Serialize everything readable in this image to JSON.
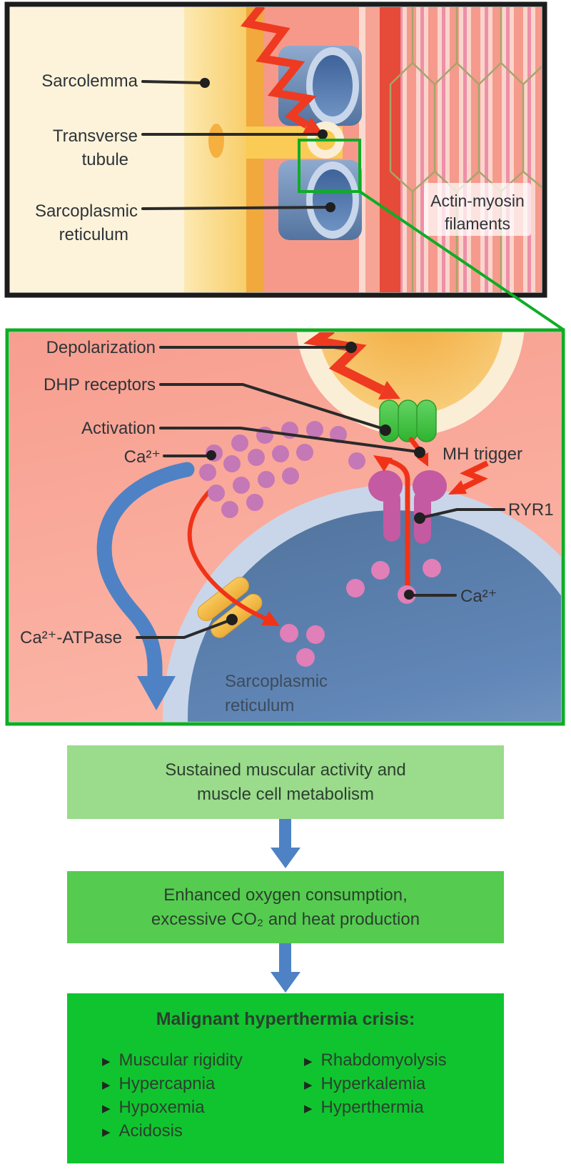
{
  "colors": {
    "panel_bg_cream": "#FCF3DA",
    "sarcolemma_yellow_light": "#FCE9B2",
    "sarcolemma_yellow": "#F8CE6A",
    "sarcolemma_orange": "#F1A83C",
    "muscle_pink": "#F6998A",
    "stripe_salmon": "#F59A8C",
    "stripe_light": "#FAD5CC",
    "stripe_pink_line": "#EE8FA8",
    "stripe_olive": "#A6A56B",
    "red_stripe": "#E64A38",
    "tube_ring": "#C7D6EA",
    "ttubule_yellow": "#FACB55",
    "cream_ring": "#FBEED6",
    "lumen_orange": "#F2A636",
    "zoom_bg_pink": "#F8A89A",
    "dhp_green": "#3FC43F",
    "ryr_magenta": "#C45AA2",
    "sr_ring_blue": "#C9D6E9",
    "sr_fill_blue": "#5F84B6",
    "ca_dot_purple": "#C478B5",
    "ca_dot_pink": "#E07FB8",
    "atpase_yellow": "#F2B844",
    "arrow_red": "#F03318",
    "lightning_red": "#EE3A20",
    "label_dark": "#2F3338",
    "sr_text": "#3D4B5C",
    "green_border": "#0EAD25",
    "flow_arrow_blue": "#4E82C4",
    "box1_green": "#9BDB8C",
    "box2_green": "#55CC50",
    "box3_green": "#10C42F",
    "box_text_dark": "#2B402F"
  },
  "panel_muscle": {
    "labels": {
      "sarcolemma": "Sarcolemma",
      "transverse_tubule_line1": "Transverse",
      "transverse_tubule_line2": "tubule",
      "sr_line1": "Sarcoplasmic",
      "sr_line2": "reticulum",
      "actin_line1": "Actin-myosin",
      "actin_line2": "filaments"
    }
  },
  "panel_zoom": {
    "labels": {
      "depolarization": "Depolarization",
      "dhp_receptors": "DHP receptors",
      "activation": "Activation",
      "ca_left": "Ca²⁺",
      "mh_trigger": "MH trigger",
      "ryr1": "RYR1",
      "ca_right": "Ca²⁺",
      "ca_atpase": "Ca²⁺-ATPase",
      "sr_line1": "Sarcoplasmic",
      "sr_line2": "reticulum"
    }
  },
  "flowchart": {
    "bullet_glyph": "▶",
    "box1": {
      "line1": "Sustained muscular activity and",
      "line2": "muscle cell metabolism"
    },
    "box2": {
      "line1": "Enhanced oxygen consumption,",
      "line2": "excessive CO₂ and heat production"
    },
    "box3": {
      "title": "Malignant hyperthermia crisis:",
      "left_items": [
        "Muscular rigidity",
        "Hypercapnia",
        "Hypoxemia",
        "Acidosis"
      ],
      "right_items": [
        "Rhabdomyolysis",
        "Hyperkalemia",
        "Hyperthermia"
      ]
    }
  }
}
